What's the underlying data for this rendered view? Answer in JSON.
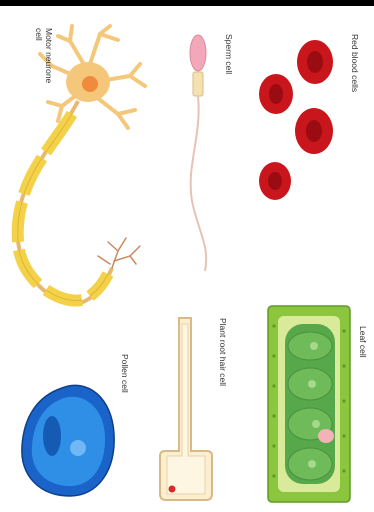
{
  "labels": {
    "motor_neurone_line1": "Motor neurone",
    "motor_neurone_line2": "cell",
    "sperm": "Sperm cell",
    "red_blood": "Red blood cells",
    "leaf": "Leaf cell",
    "root_hair": "Plant root hair cell",
    "pollen": "Pollen cell"
  },
  "colors": {
    "neuron_body": "#f5c77a",
    "neuron_nucleus": "#f08a3c",
    "myelin": "#f3d24a",
    "axon": "#e9b870",
    "sperm_head": "#f2a8b8",
    "sperm_tail": "#e7c3b6",
    "rbc": "#c8161c",
    "rbc_center": "#9a0c12",
    "leaf_wall": "#8cc63f",
    "leaf_inner": "#d9ea9a",
    "chloroplast": "#57a84a",
    "root_fill": "#fbefcf",
    "root_outline": "#d8b98a",
    "root_nucleus": "#d62b2b",
    "pollen_outer": "#1a64c9",
    "pollen_inner": "#2f8ee6"
  }
}
